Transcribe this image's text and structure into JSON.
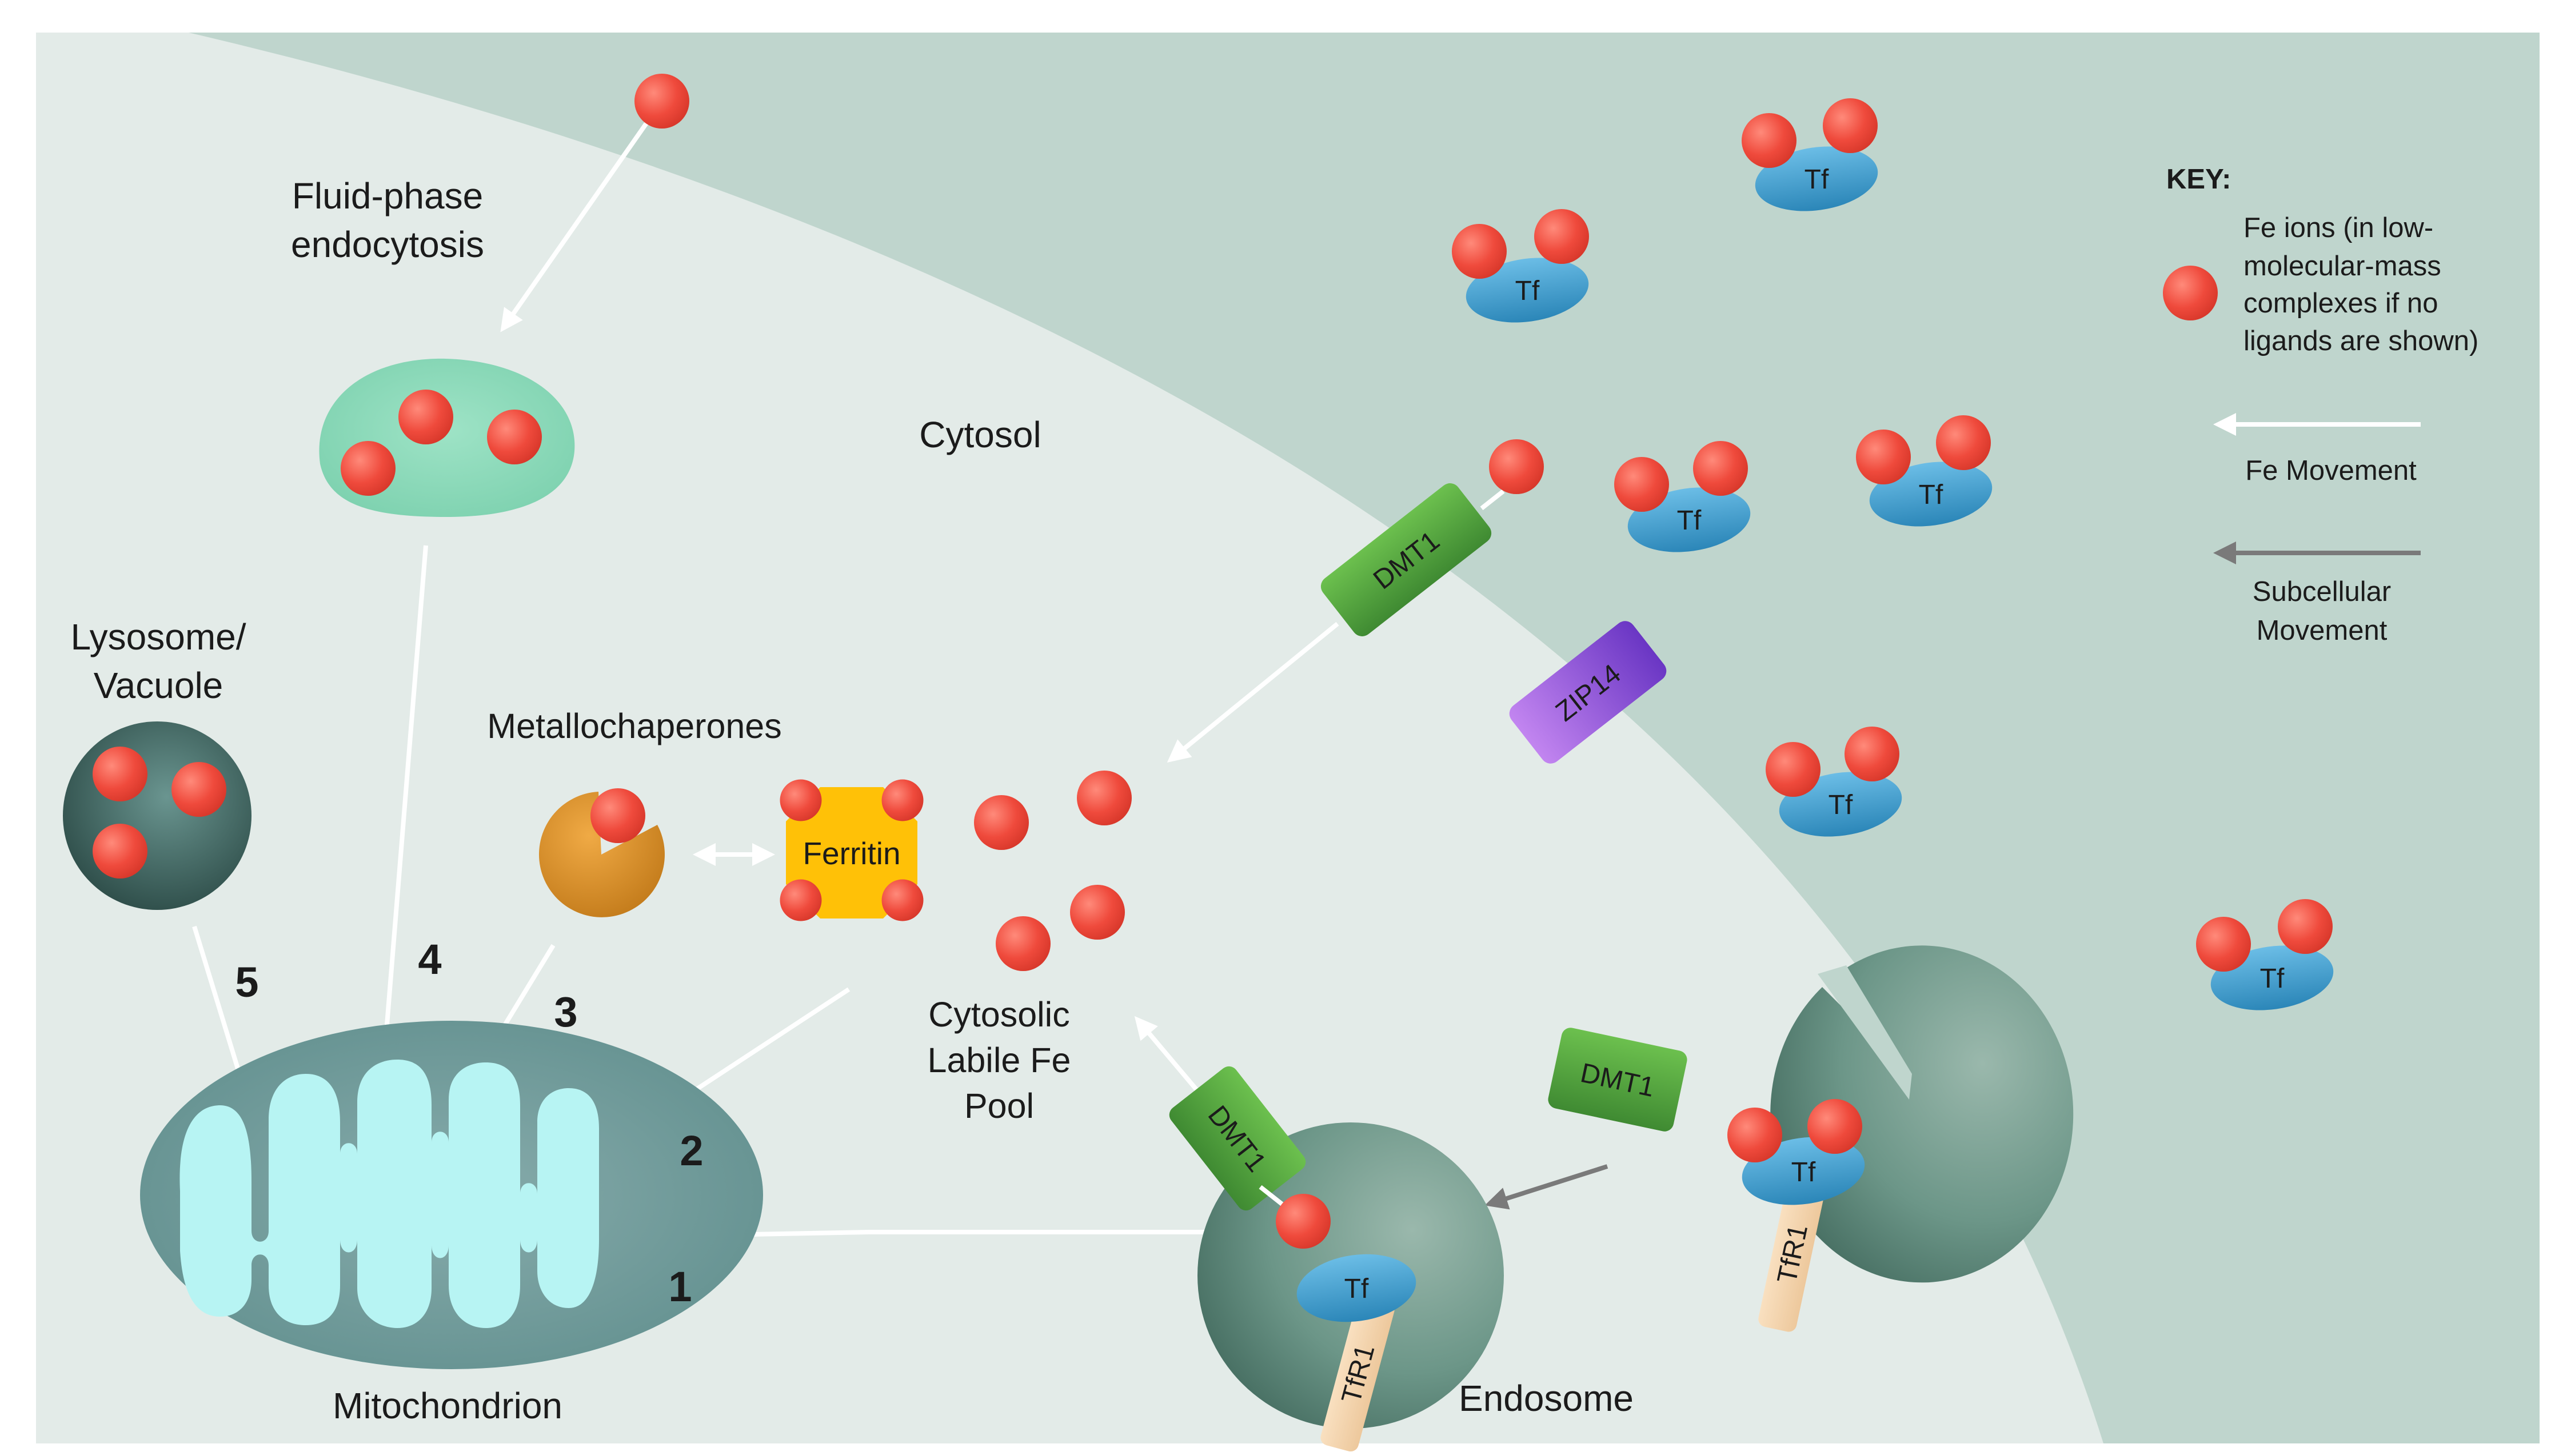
{
  "labels": {
    "fluid_phase_1": "Fluid-phase",
    "fluid_phase_2": "endocytosis",
    "cytosol": "Cytosol",
    "lysosome_1": "Lysosome/",
    "lysosome_2": "Vacuole",
    "metallochaperones": "Metallochaperones",
    "ferritin": "Ferritin",
    "pool_1": "Cytosolic",
    "pool_2": "Labile Fe",
    "pool_3": "Pool",
    "mitochondrion": "Mitochondrion",
    "endosome": "Endosome"
  },
  "pathway_numbers": [
    "1",
    "2",
    "3",
    "4",
    "5"
  ],
  "proteins": {
    "tf": "Tf",
    "tfr1": "TfR1",
    "dmt1": "DMT1",
    "zip14": "ZIP14"
  },
  "key": {
    "title": "KEY:",
    "fe_desc": [
      "Fe ions (in low-",
      "molecular-mass",
      "complexes if no",
      "ligands are shown)"
    ],
    "fe_movement": "Fe Movement",
    "subcellular": [
      "Subcellular",
      "Movement"
    ]
  },
  "colors": {
    "extracellular": "#bfd5cd",
    "cytosol": "#e3ebe8",
    "fe_ion": "#e8473a",
    "tf": "#3b97c6",
    "dmt1": "#4e9c3e",
    "zip14": "#8a4fd3",
    "ferritin": "#ffc107",
    "mitochondrion_outer": "#6f9b9c",
    "mitochondrion_inner": "#b7f4f3",
    "endosome": "#5f8d80",
    "tfr1": "#f6d7b2",
    "vesicle": "#8dd9b8",
    "metallochaperone": "#d98e27"
  },
  "icons": [
    "fe-ion-icon",
    "transferrin-icon",
    "dmt1-transporter-icon",
    "zip14-transporter-icon",
    "ferritin-icon",
    "metallochaperone-icon",
    "mitochondrion-icon",
    "endosome-icon",
    "lysosome-icon",
    "vesicle-icon"
  ]
}
